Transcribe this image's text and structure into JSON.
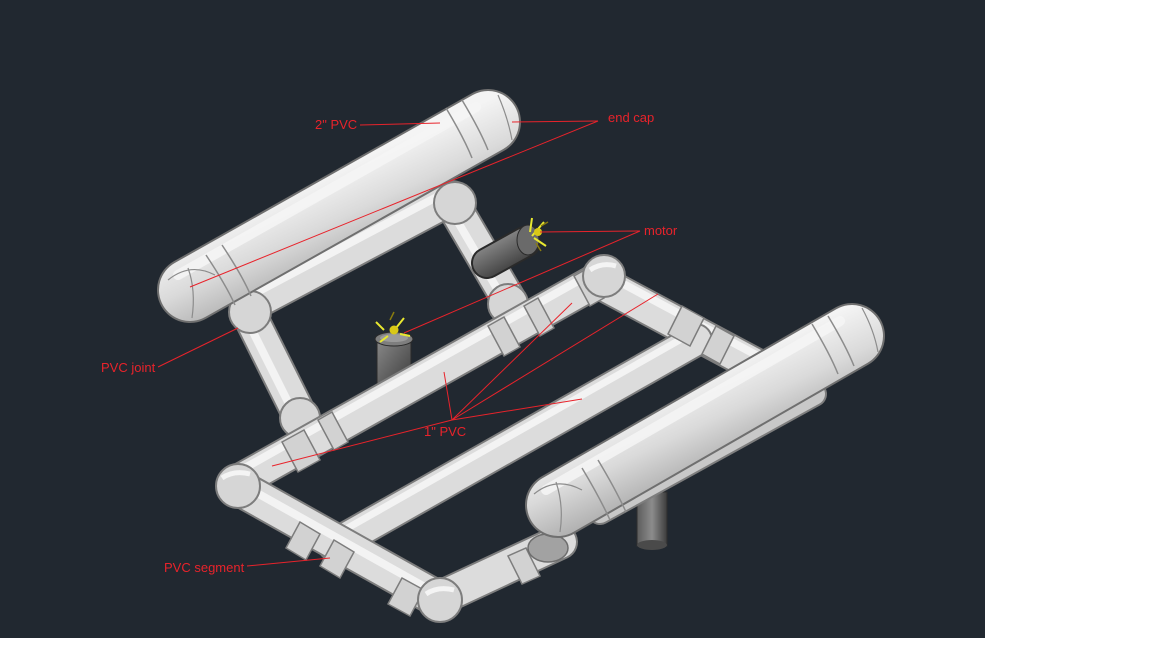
{
  "viewport": {
    "background": "#212830",
    "annotation_color": "#e8232b"
  },
  "labels": {
    "pvc_2in": "2\" PVC",
    "end_cap": "end cap",
    "motor": "motor",
    "pvc_joint": "PVC joint",
    "pvc_1in": "1\" PVC",
    "pvc_segment": "PVC segment"
  }
}
